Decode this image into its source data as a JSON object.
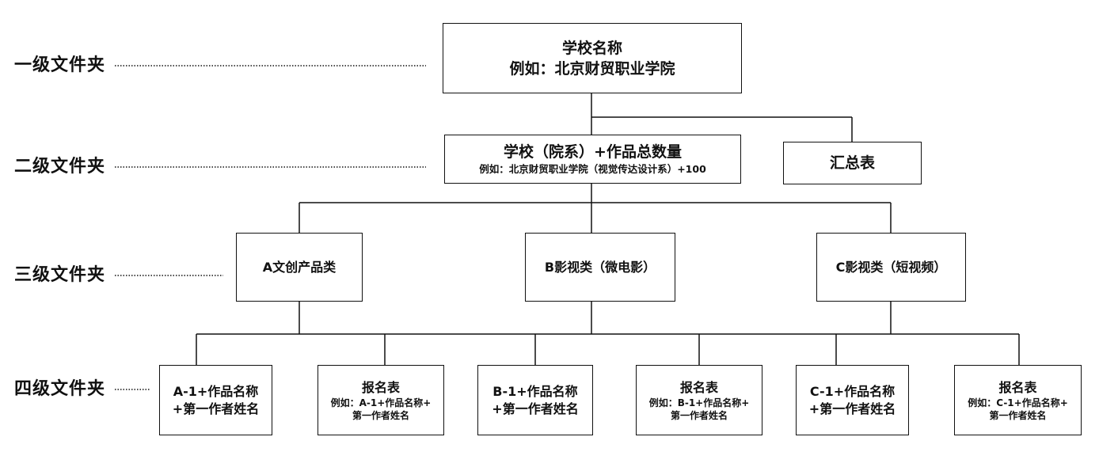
{
  "levels": [
    "一级文件夹",
    "二级文件夹",
    "三级文件夹",
    "四级文件夹"
  ],
  "root": {
    "title": "学校名称",
    "example": "例如：北京财贸职业学院"
  },
  "level2": {
    "main_title": "学校（院系）+作品总数量",
    "main_example": "例如：北京财贸职业学院（视觉传达设计系）+100",
    "summary": "汇总表"
  },
  "level3": [
    "A文创产品类",
    "B影视类（微电影）",
    "C影视类（短视频）"
  ],
  "level4": {
    "a_work": [
      "A-1+作品名称",
      "+第一作者姓名"
    ],
    "a_form": {
      "title": "报名表",
      "example": [
        "例如：A-1+作品名称+",
        "第一作者姓名"
      ]
    },
    "b_work": [
      "B-1+作品名称",
      "+第一作者姓名"
    ],
    "b_form": {
      "title": "报名表",
      "example": [
        "例如：B-1+作品名称+",
        "第一作者姓名"
      ]
    },
    "c_work": [
      "C-1+作品名称",
      "+第一作者姓名"
    ],
    "c_form": {
      "title": "报名表",
      "example": [
        "例如：C-1+作品名称+",
        "第一作者姓名"
      ]
    }
  }
}
